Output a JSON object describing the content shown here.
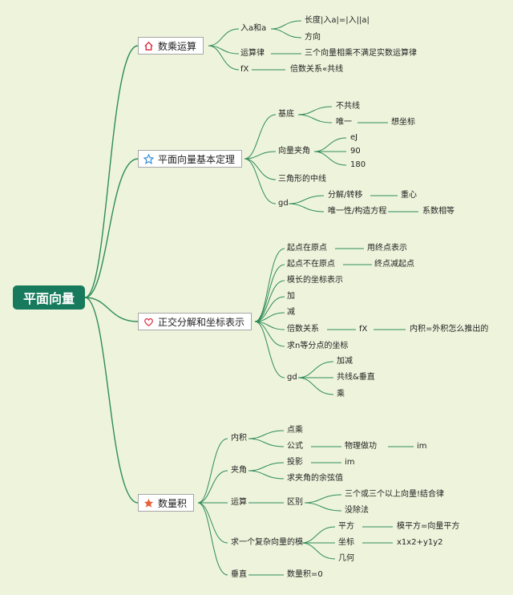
{
  "root": "平面向量",
  "colors": {
    "background": "#eef4dc",
    "root_fill": "#177a5c",
    "lines": "#2e8b5a"
  },
  "branches": [
    {
      "label": "数乘运算",
      "icon": "house-icon",
      "icon_color": "#d83a4b",
      "items": [
        {
          "label": "入a和a",
          "children": [
            "长度|入a|=|入||a|",
            "方向"
          ]
        },
        {
          "label": "运算律",
          "children": [
            "三个向量相乘不满足实数运算律"
          ]
        },
        {
          "label": "fX",
          "children": [
            "倍数关系«共线"
          ]
        }
      ]
    },
    {
      "label": "平面向量基本定理",
      "icon": "star-outline-icon",
      "icon_color": "#3b93d8",
      "items": [
        {
          "label": "基底",
          "children": [
            "不共线",
            "唯一"
          ],
          "grand": "想坐标"
        },
        {
          "label": "向量夹角",
          "children": [
            "eJ",
            "90",
            "180"
          ]
        },
        {
          "label": "三角形的中线",
          "children": []
        },
        {
          "label": "gd",
          "children": [
            "分解/转移",
            "唯一性/构造方程"
          ],
          "grand": [
            "重心",
            "系数相等"
          ]
        }
      ]
    },
    {
      "label": "正交分解和坐标表示",
      "icon": "heart-icon",
      "icon_color": "#d83a4b",
      "items": [
        {
          "label": "起点在原点",
          "children": [
            "用终点表示"
          ]
        },
        {
          "label": "起点不在原点",
          "children": [
            "终点减起点"
          ]
        },
        {
          "label": "模长的坐标表示",
          "children": []
        },
        {
          "label": "加",
          "children": []
        },
        {
          "label": "减",
          "children": []
        },
        {
          "label": "倍数关系",
          "children": [
            "fX"
          ],
          "grand": "内积=外积怎么推出的"
        },
        {
          "label": "求n等分点的坐标",
          "children": []
        },
        {
          "label": "gd",
          "children": [
            "加减",
            "共线&垂直",
            "乘"
          ]
        }
      ]
    },
    {
      "label": "数量积",
      "icon": "star-filled-icon",
      "icon_color": "#e8613b",
      "items": [
        {
          "label": "内积",
          "children": [
            "点乘",
            "公式"
          ],
          "grand": [
            "物理做功",
            "im"
          ]
        },
        {
          "label": "夹角",
          "children": [
            "投影",
            "求夹角的余弦值"
          ],
          "grand": "im"
        },
        {
          "label": "运算",
          "children": [
            "区别"
          ],
          "grand": [
            "三个或三个以上向量!结合律",
            "没除法"
          ]
        },
        {
          "label": "求一个复杂向量的模",
          "children": [
            "平方",
            "坐标",
            "几何"
          ],
          "grand": [
            "模平方=向量平方",
            "x1x2+y1y2"
          ]
        },
        {
          "label": "垂直",
          "children": [
            "数量积=0"
          ]
        }
      ]
    }
  ]
}
